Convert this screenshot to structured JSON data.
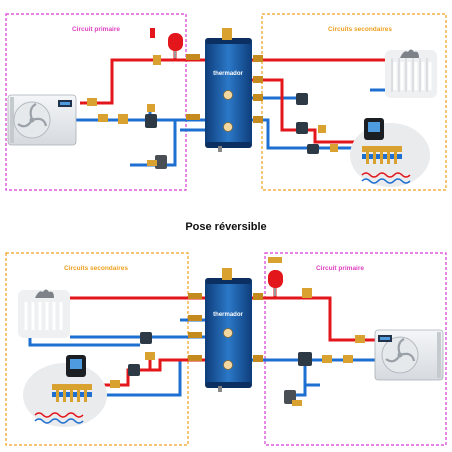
{
  "title": "Pose réversible",
  "brand": "thermador",
  "colors": {
    "primary_border": "#d63bd6",
    "secondary_border": "#f0a020",
    "primary_label": "#e040c0",
    "secondary_label": "#f0a020",
    "hot_pipe": "#e3161b",
    "cold_pipe": "#1d6fd1",
    "tank_body": "#1f5fa8",
    "expansion_vessel": "#e3161b"
  },
  "top_panel": {
    "primary_label": "Circuit primaire",
    "secondary_label": "Circuits secondaires"
  },
  "bottom_panel": {
    "secondary_label": "Circuits secondaires",
    "primary_label": "Circuit primaire"
  }
}
